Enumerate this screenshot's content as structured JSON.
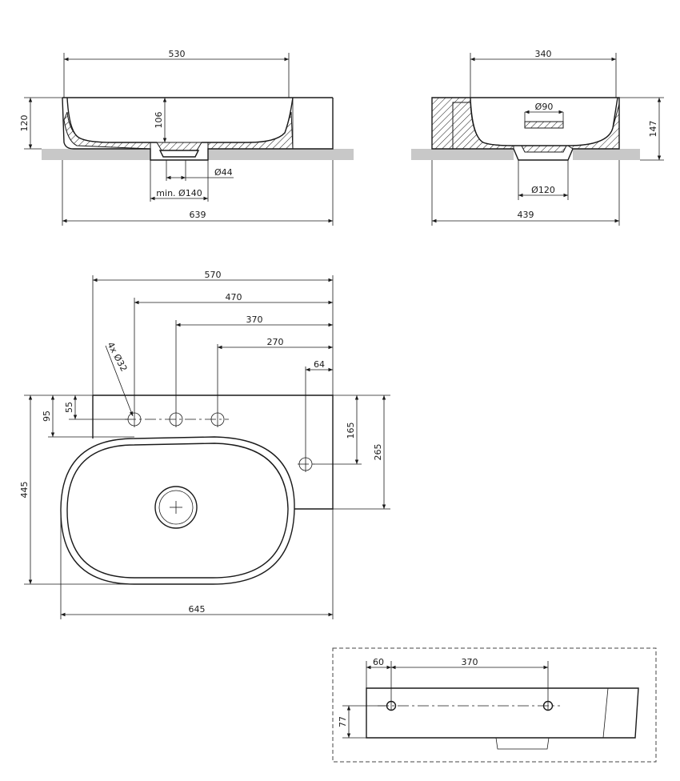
{
  "front_view": {
    "dim_top_width": "530",
    "dim_height": "120",
    "dim_inner_depth": "106",
    "dim_waste_diameter": "Ø44",
    "dim_cutout": "min. Ø140",
    "dim_total_width": "639"
  },
  "side_view": {
    "dim_top_width": "340",
    "dim_overflow": "Ø90",
    "dim_height": "147",
    "dim_base": "Ø120",
    "dim_total_width": "439"
  },
  "plan_view": {
    "dim_570": "570",
    "dim_470": "470",
    "dim_370": "370",
    "dim_270": "270",
    "dim_64": "64",
    "dim_holes": "4x Ø32",
    "dim_55": "55",
    "dim_95": "95",
    "dim_165": "165",
    "dim_265": "265",
    "dim_445": "445",
    "dim_645": "645"
  },
  "detail_view": {
    "dim_60": "60",
    "dim_370": "370",
    "dim_77": "77"
  }
}
